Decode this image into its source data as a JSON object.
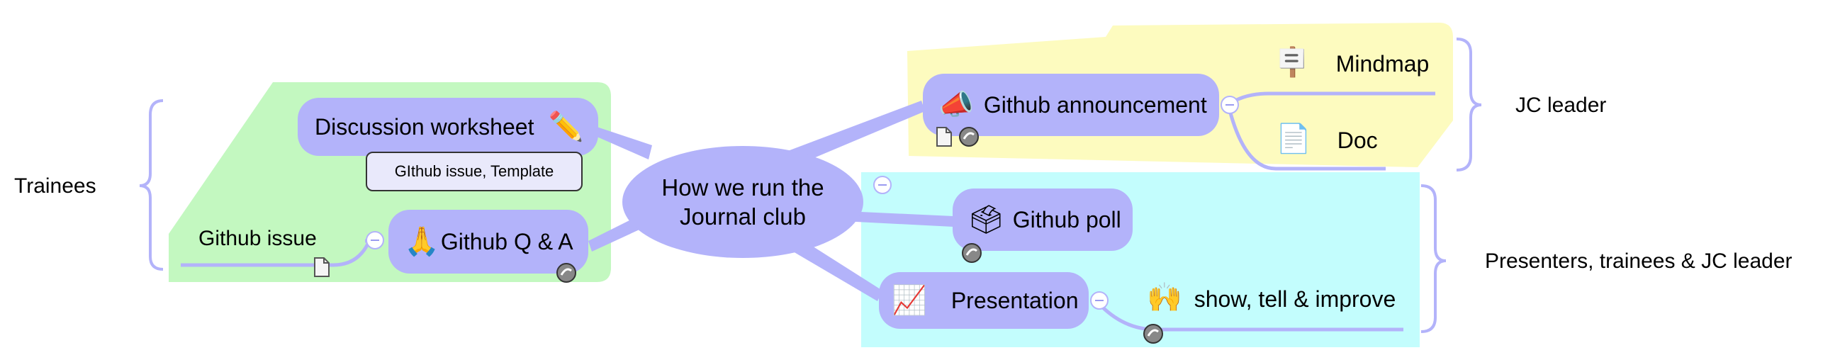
{
  "central_topic": {
    "line1": "How we run the",
    "line2": "Journal club"
  },
  "branches": {
    "github_announcement": {
      "label": "Github announcement",
      "icon": "megaphone-icon",
      "emoji": "📣",
      "children": [
        {
          "label": "Mindmap",
          "icon": "signpost-icon",
          "emoji": "🪧"
        },
        {
          "label": "Doc",
          "icon": "document-icon",
          "emoji": "📄"
        }
      ]
    },
    "github_poll": {
      "label": "Github poll",
      "icon": "ballot-box-icon",
      "emoji": "🗳"
    },
    "presentation": {
      "label": "Presentation",
      "icon": "presentation-board-icon",
      "emoji": "📈",
      "children": [
        {
          "label": "show, tell & improve",
          "icon": "raising-hands-icon",
          "emoji": "🙌"
        }
      ]
    },
    "discussion_worksheet": {
      "label": "Discussion worksheet",
      "icon": "pencil-icon",
      "emoji": "✏️",
      "note": "GIthub issue, Template"
    },
    "github_qa": {
      "label": "Github Q & A",
      "icon": "folded-hands-icon",
      "emoji": "🙏",
      "children": [
        {
          "label": "Github issue",
          "icon": "document-icon"
        }
      ]
    }
  },
  "groups": {
    "jc_leader": {
      "label": "JC leader",
      "color": "#fdfbbf"
    },
    "presenters": {
      "label": "Presenters, trainees & JC leader",
      "color": "#c3fdfd"
    },
    "trainees": {
      "label": "Trainees",
      "color": "#c3f8c0"
    }
  },
  "colors": {
    "node": "#b3b3fa",
    "connector": "#b3b3fa"
  }
}
